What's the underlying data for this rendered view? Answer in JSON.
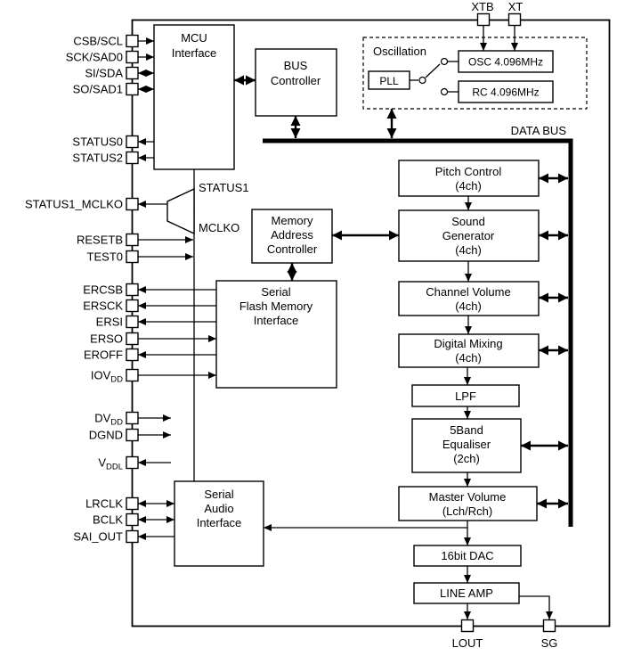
{
  "diagram": {
    "data_bus_label": "DATA BUS",
    "status1_label": "STATUS1",
    "mclko_label": "MCLKO"
  },
  "pins": {
    "left": [
      {
        "label": "CSB/SCL"
      },
      {
        "label": "SCK/SAD0"
      },
      {
        "label": "SI/SDA"
      },
      {
        "label": "SO/SAD1"
      },
      {
        "label": "STATUS0"
      },
      {
        "label": "STATUS2"
      },
      {
        "label": "STATUS1_MCLKO"
      },
      {
        "label": "RESETB"
      },
      {
        "label": "TEST0"
      },
      {
        "label": "ERCSB"
      },
      {
        "label": "ERSCK"
      },
      {
        "label": "ERSI"
      },
      {
        "label": "ERSO"
      },
      {
        "label": "EROFF"
      },
      {
        "label": "IOV",
        "sub": "DD"
      },
      {
        "label": "DV",
        "sub": "DD"
      },
      {
        "label": "DGND"
      },
      {
        "label": "V",
        "sub": "DDL"
      },
      {
        "label": "LRCLK"
      },
      {
        "label": "BCLK"
      },
      {
        "label": "SAI_OUT"
      }
    ],
    "top": [
      {
        "label": "XTB"
      },
      {
        "label": "XT"
      }
    ],
    "bottom": [
      {
        "label": "LOUT"
      },
      {
        "label": "SG"
      }
    ]
  },
  "blocks": {
    "mcu_interface": {
      "lines": [
        "MCU",
        "Interface"
      ]
    },
    "bus_controller": {
      "lines": [
        "BUS",
        "Controller"
      ]
    },
    "oscillation": {
      "title": "Oscillation",
      "pll": "PLL",
      "osc": "OSC 4.096MHz",
      "rc": "RC 4.096MHz"
    },
    "memory_address_controller": {
      "lines": [
        "Memory",
        "Address",
        "Controller"
      ]
    },
    "serial_flash_memory_interface": {
      "lines": [
        "Serial",
        "Flash Memory",
        "Interface"
      ]
    },
    "serial_audio_interface": {
      "lines": [
        "Serial",
        "Audio",
        "Interface"
      ]
    },
    "pitch_control": {
      "lines": [
        "Pitch Control",
        "(4ch)"
      ]
    },
    "sound_generator": {
      "lines": [
        "Sound",
        "Generator",
        "(4ch)"
      ]
    },
    "channel_volume": {
      "lines": [
        "Channel Volume",
        "(4ch)"
      ]
    },
    "digital_mixing": {
      "lines": [
        "Digital Mixing",
        "(4ch)"
      ]
    },
    "lpf": {
      "lines": [
        "LPF"
      ]
    },
    "equaliser": {
      "lines": [
        "5Band",
        "Equaliser",
        "(2ch)"
      ]
    },
    "master_volume": {
      "lines": [
        "Master Volume",
        "(Lch/Rch)"
      ]
    },
    "dac": {
      "lines": [
        "16bit DAC"
      ]
    },
    "line_amp": {
      "lines": [
        "LINE AMP"
      ]
    }
  },
  "colors": {
    "line": "#000000",
    "background": "#ffffff"
  }
}
